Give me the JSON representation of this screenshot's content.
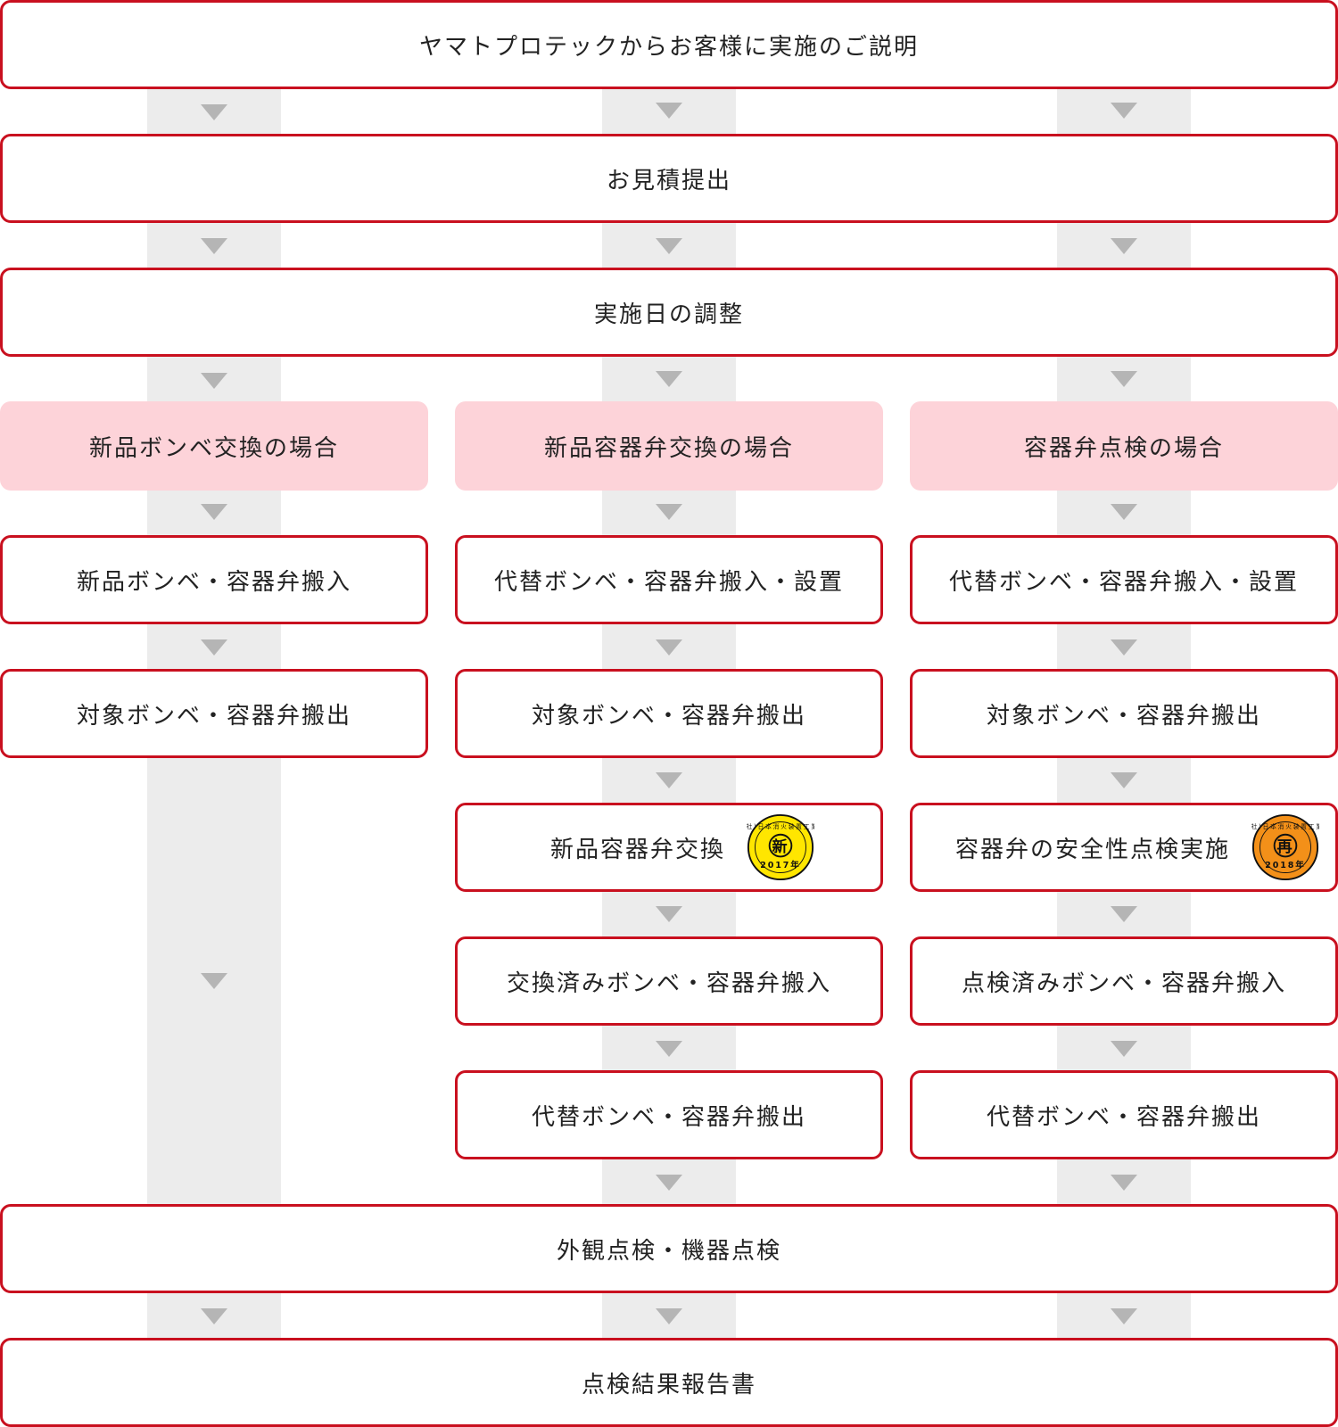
{
  "steps": {
    "explain": "ヤマトプロテックからお客様に実施のご説明",
    "estimate": "お見積提出",
    "schedule": "実施日の調整",
    "exterior": "外観点検・機器点検",
    "report": "点検結果報告書"
  },
  "cases": {
    "c1": "新品ボンベ交換の場合",
    "c2": "新品容器弁交換の場合",
    "c3": "容器弁点検の場合"
  },
  "col1": {
    "s1": "新品ボンベ・容器弁搬入",
    "s2": "対象ボンベ・容器弁搬出"
  },
  "col2": {
    "s1": "代替ボンベ・容器弁搬入・設置",
    "s2": "対象ボンベ・容器弁搬出",
    "s3": "新品容器弁交換",
    "s4": "交換済みボンベ・容器弁搬入",
    "s5": "代替ボンベ・容器弁搬出"
  },
  "col3": {
    "s1": "代替ボンベ・容器弁搬入・設置",
    "s2": "対象ボンベ・容器弁搬出",
    "s3": "容器弁の安全性点検実施",
    "s4": "点検済みボンベ・容器弁搬入",
    "s5": "代替ボンベ・容器弁搬出"
  },
  "seals": {
    "new": {
      "org": "(一社)日本消火装置工業会",
      "mark": "新",
      "year": "2017年",
      "color": "#ffe600"
    },
    "re": {
      "org": "(一社)日本消火装置工業会",
      "mark": "再",
      "year": "2018年",
      "color": "#f39019"
    }
  },
  "colors": {
    "accent": "#c9101f",
    "case_bg": "#fdd3d9",
    "lane": "#ececec",
    "arrow": "#b5b5b5"
  }
}
